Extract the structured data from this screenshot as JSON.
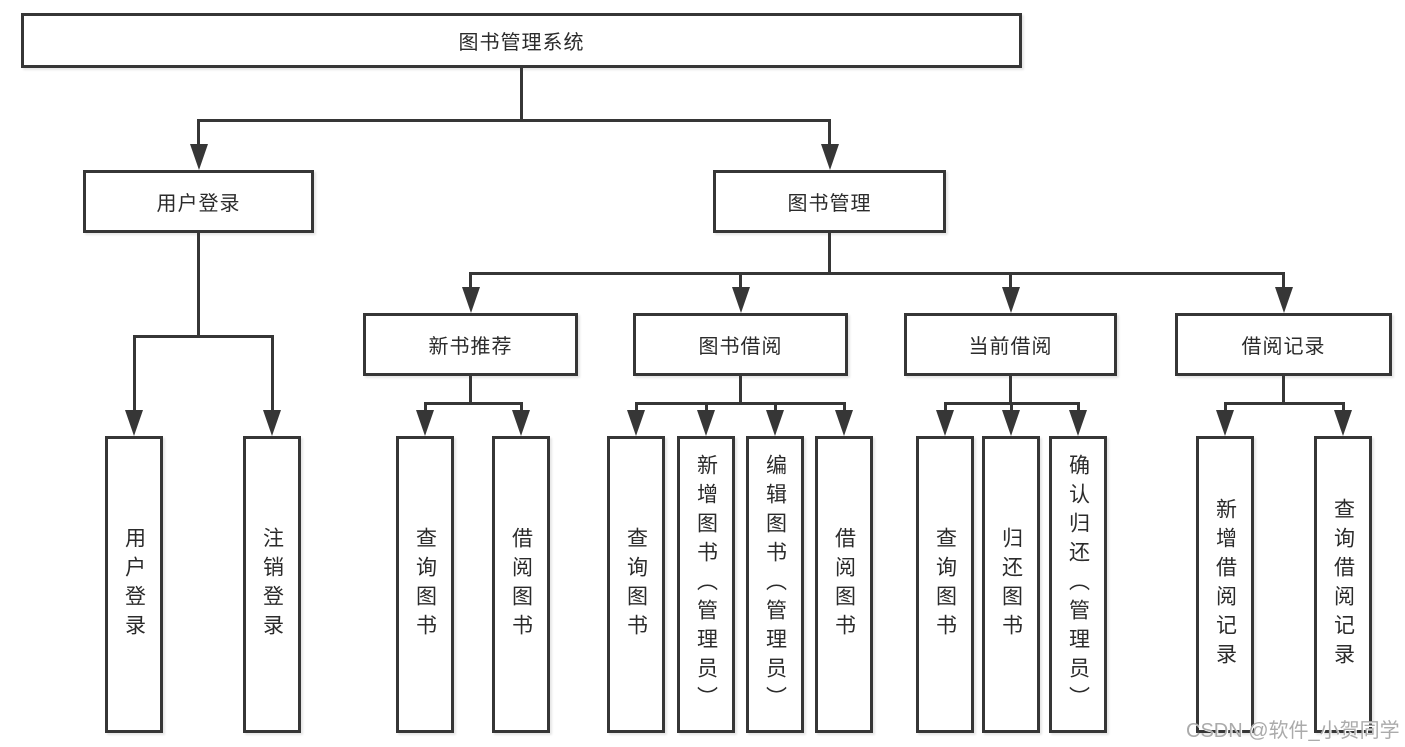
{
  "colors": {
    "line": "#363636",
    "text": "#2b2b2b",
    "background": "#ffffff",
    "watermark": "#ababab"
  },
  "tree": {
    "root": {
      "label": "图书管理系统"
    },
    "branches": [
      {
        "label": "用户登录",
        "children": [
          {
            "label": "用户登录"
          },
          {
            "label": "注销登录"
          }
        ]
      },
      {
        "label": "图书管理",
        "children": [
          {
            "label": "新书推荐",
            "children": [
              {
                "label": "查询图书"
              },
              {
                "label": "借阅图书"
              }
            ]
          },
          {
            "label": "图书借阅",
            "children": [
              {
                "label": "查询图书"
              },
              {
                "label": "新增图书（管理员）"
              },
              {
                "label": "编辑图书（管理员）"
              },
              {
                "label": "借阅图书"
              }
            ]
          },
          {
            "label": "当前借阅",
            "children": [
              {
                "label": "查询图书"
              },
              {
                "label": "归还图书"
              },
              {
                "label": "确认归还（管理员）"
              }
            ]
          },
          {
            "label": "借阅记录",
            "children": [
              {
                "label": "新增借阅记录"
              },
              {
                "label": "查询借阅记录"
              }
            ]
          }
        ]
      }
    ]
  },
  "watermark": {
    "text": "CSDN @软件_小贺同学"
  }
}
